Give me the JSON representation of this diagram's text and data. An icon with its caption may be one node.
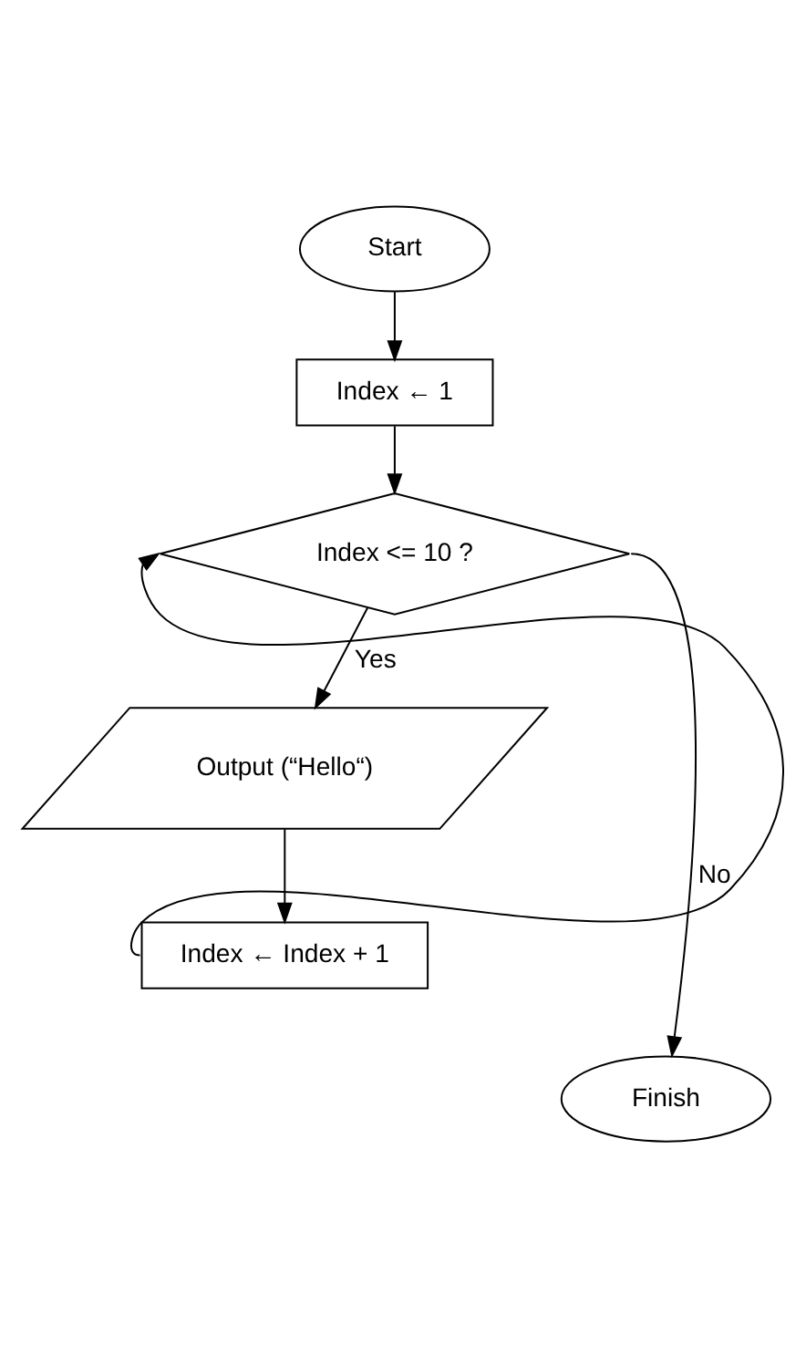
{
  "diagram": {
    "nodes": [
      {
        "text": [
          "Start"
        ]
      },
      {
        "text": [
          "Index ← 1"
        ]
      },
      {
        "text": [
          "Index <= 10 ?"
        ]
      },
      {
        "text": [
          "Output (“Hello“)"
        ]
      },
      {
        "text": [
          "Index ← Index + 1"
        ]
      },
      {
        "text": [
          "Finish"
        ]
      }
    ],
    "edges": [
      {
        "from": 0,
        "to": 1,
        "arrow": "to"
      },
      {
        "from": 1,
        "to": 2,
        "arrow": "to"
      },
      {
        "from": 2,
        "to": 3,
        "arrow": "to",
        "label": "Yes"
      },
      {
        "from": 3,
        "to": 4,
        "arrow": "to"
      },
      {
        "from": 4,
        "to": 2,
        "arrow": "to"
      },
      {
        "from": 2,
        "to": 5,
        "arrow": "to",
        "label": "No"
      }
    ]
  }
}
